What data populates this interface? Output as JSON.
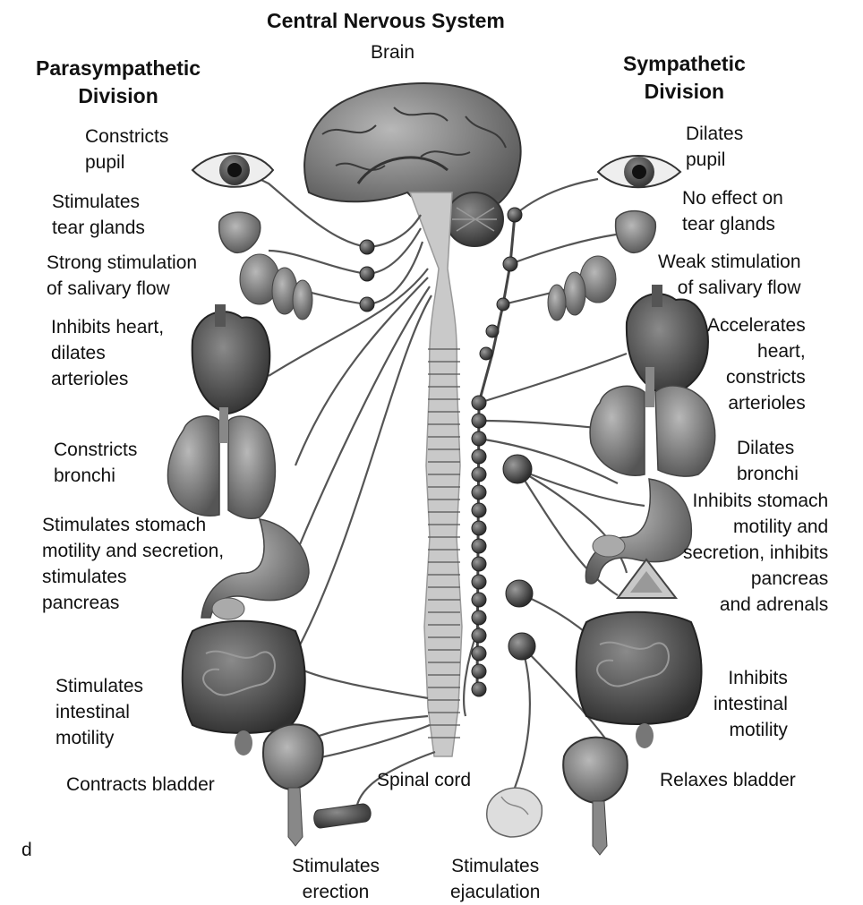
{
  "headings": {
    "cns": "Central Nervous System",
    "brain": "Brain",
    "parasympathetic": "Parasympathetic\nDivision",
    "sympathetic": "Sympathetic\nDivision",
    "spinal_cord": "Spinal cord",
    "corner_letter": "d"
  },
  "parasympathetic_effects": {
    "eye": "Constricts\npupil",
    "tear": "Stimulates\ntear glands",
    "salivary": "Strong stimulation\nof salivary flow",
    "heart": "Inhibits heart,\ndilates\narterioles",
    "lungs": "Constricts\nbronchi",
    "stomach": "Stimulates stomach\nmotility and secretion,\nstimulates\npancreas",
    "intestine": "Stimulates\nintestinal\nmotility",
    "bladder": "Contracts bladder",
    "genital": "Stimulates\nerection"
  },
  "sympathetic_effects": {
    "eye": "Dilates\npupil",
    "tear": "No effect on\ntear glands",
    "salivary": "Weak stimulation\nof salivary flow",
    "heart": "Accelerates\nheart,\nconstricts\narterioles",
    "lungs": "Dilates\nbronchi",
    "stomach": "Inhibits stomach\nmotility and\nsecretion, inhibits\npancreas\nand adrenals",
    "intestine": "Inhibits\nintestinal\nmotility",
    "bladder": "Relaxes bladder",
    "genital": "Stimulates\nejaculation"
  },
  "colors": {
    "cord": "#c9c9c9",
    "ganglion": "#4a4a4a",
    "nerve": "#555555",
    "organ": "#8a8a8a",
    "organ_dark": "#3e3e3e"
  }
}
